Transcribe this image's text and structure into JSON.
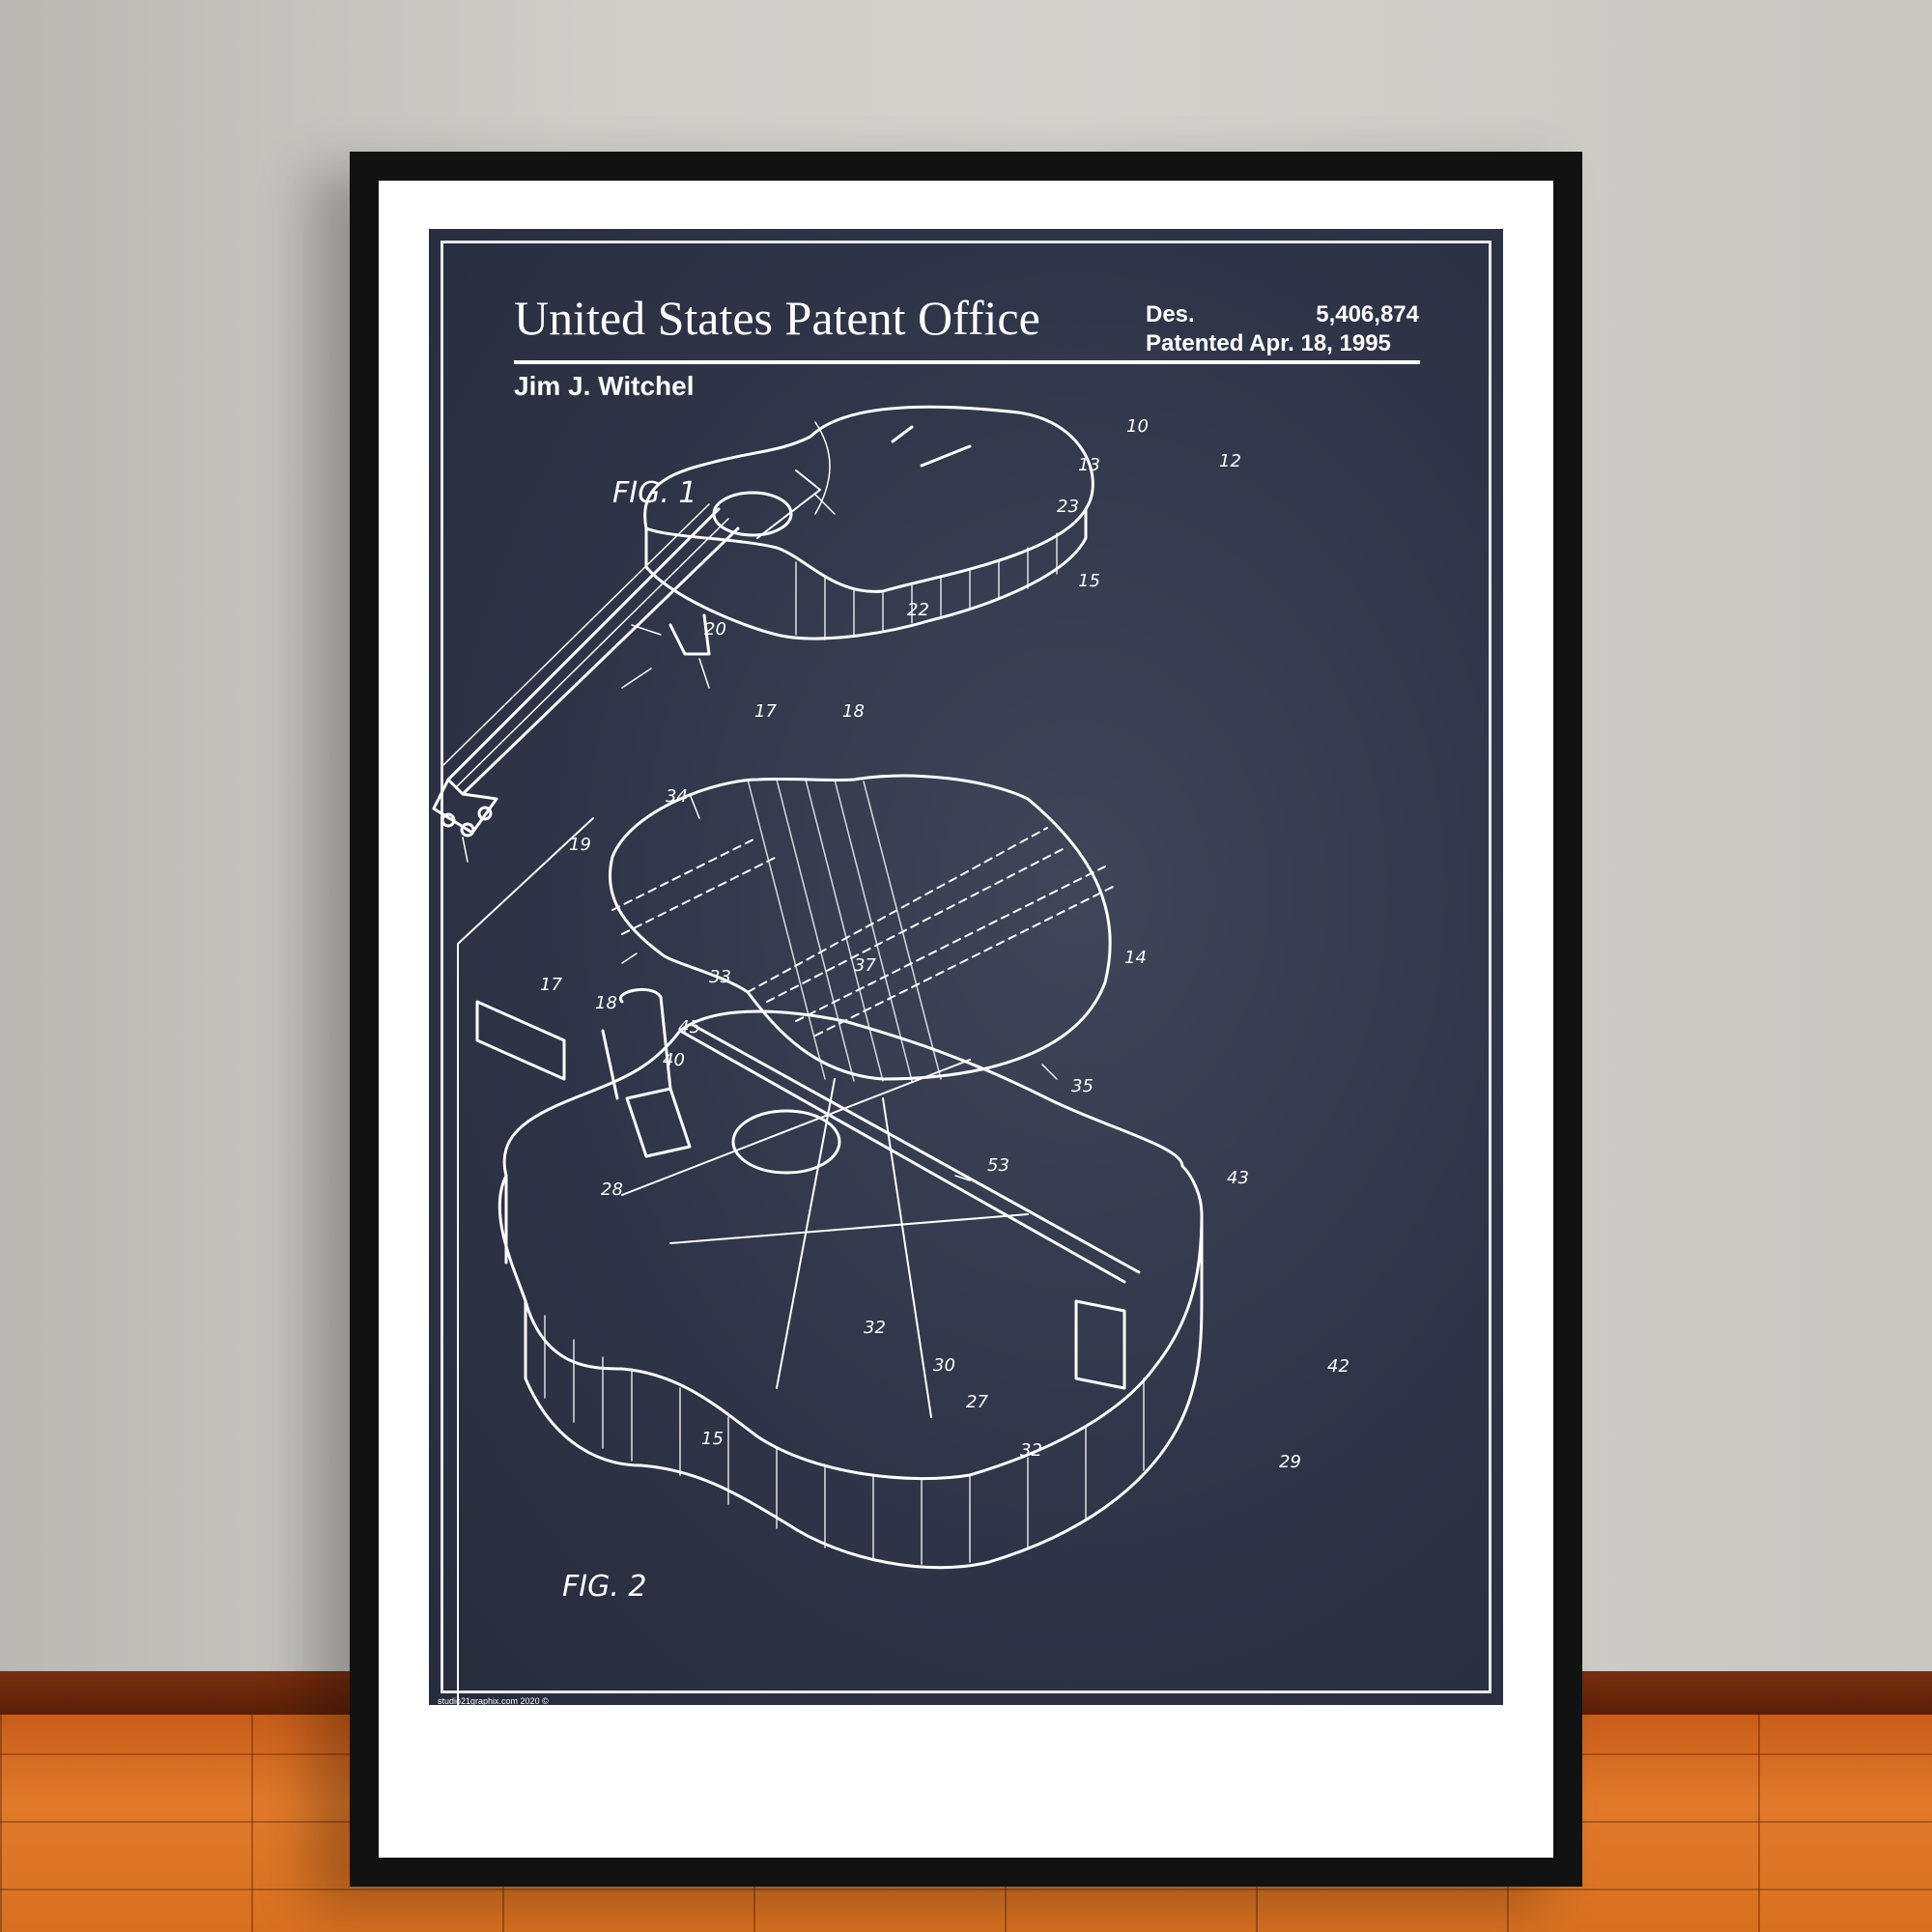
{
  "poster": {
    "title": "United States Patent Office",
    "des_label": "Des.",
    "des_number": "5,406,874",
    "patented": "Patented Apr. 18, 1995",
    "inventor": "Jim J. Witchel",
    "fig1_label": "FIG. 1",
    "fig2_label": "FIG. 2",
    "credit": "studio21graphix.com 2020 ©"
  },
  "fig1_refs": [
    "10",
    "12",
    "13",
    "23",
    "15",
    "22",
    "20",
    "17",
    "18",
    "19"
  ],
  "fig2_refs": [
    "34",
    "33",
    "37",
    "14",
    "35",
    "17",
    "18",
    "45",
    "40",
    "28",
    "53",
    "43",
    "32",
    "30",
    "27",
    "42",
    "15",
    "32",
    "29"
  ],
  "colors": {
    "print_background": "#2f3548",
    "line_art": "#ffffff",
    "frame": "#121212",
    "mat": "#ffffff",
    "floor": "#d8701f",
    "wall": "#cfcdc8"
  }
}
